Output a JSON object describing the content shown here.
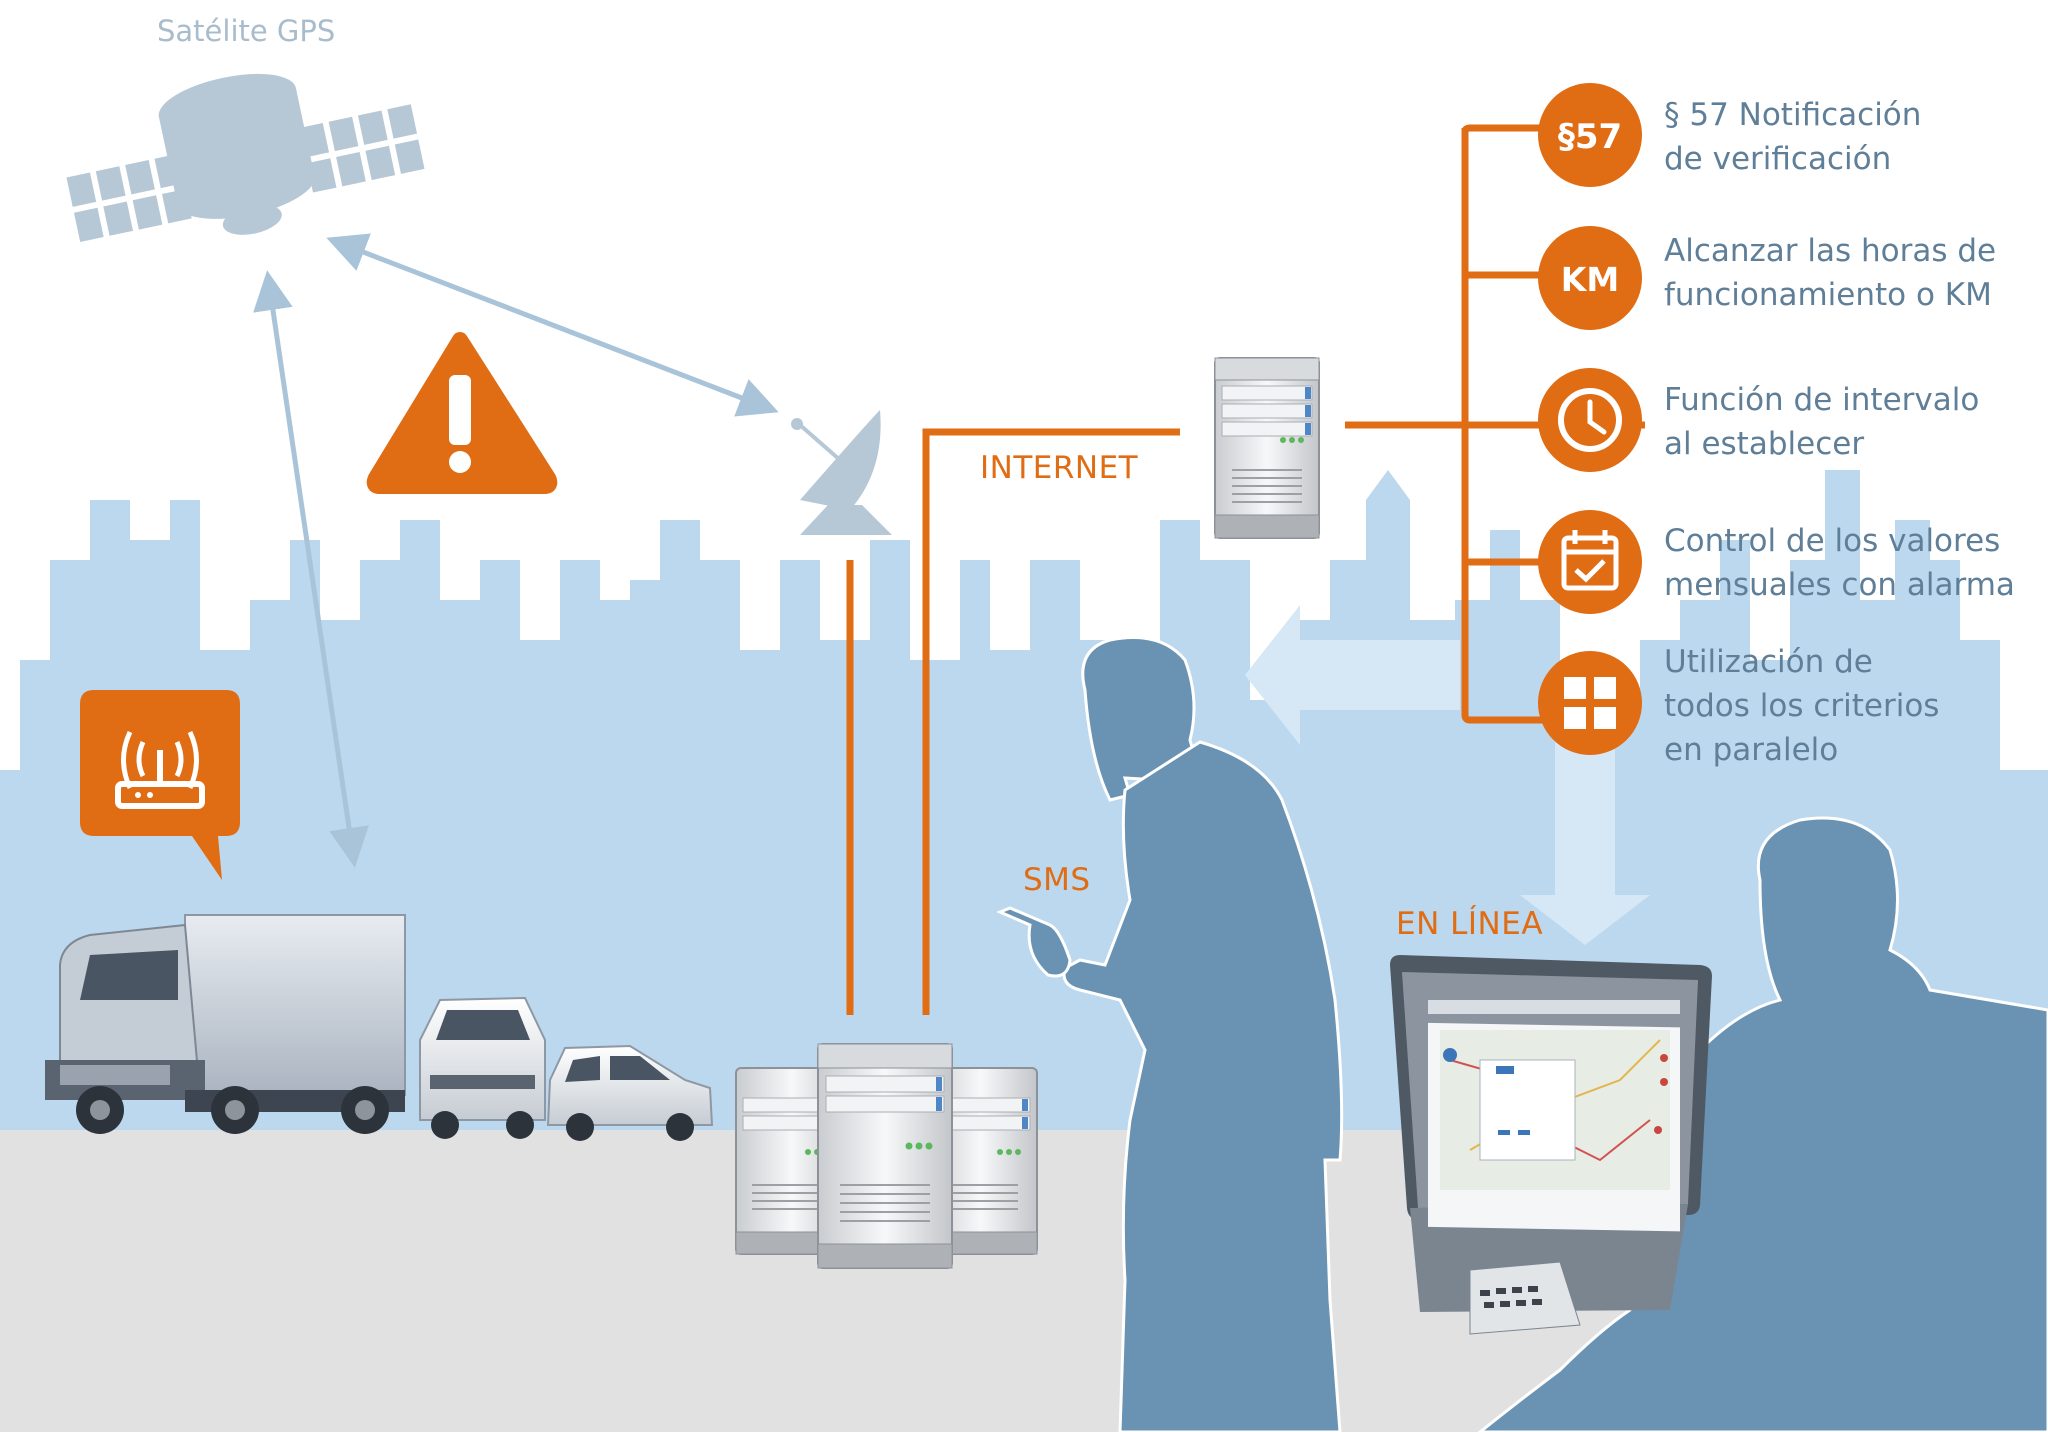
{
  "labels": {
    "satellite": "Satélite GPS",
    "internet": "INTERNET",
    "sms": "SMS",
    "online": "EN LÍNEA"
  },
  "features": [
    {
      "icon": "section-57",
      "badge": "§57",
      "lines": [
        "§ 57 Notificación",
        "de verificación"
      ]
    },
    {
      "icon": "km",
      "badge": "KM",
      "lines": [
        "Alcanzar las horas de",
        "funcionamiento o KM"
      ]
    },
    {
      "icon": "clock",
      "lines": [
        "Función de intervalo",
        "al establecer"
      ]
    },
    {
      "icon": "calendar-check",
      "lines": [
        "Control de los valores",
        "mensuales con alarma"
      ]
    },
    {
      "icon": "grid",
      "lines": [
        "Utilización de",
        "todos los criterios",
        "en paralelo"
      ]
    }
  ],
  "colors": {
    "accent": "#e06c13",
    "skyline": "#bcd8ee",
    "silhouette": "#6a93b3",
    "text": "#5f7e97"
  }
}
